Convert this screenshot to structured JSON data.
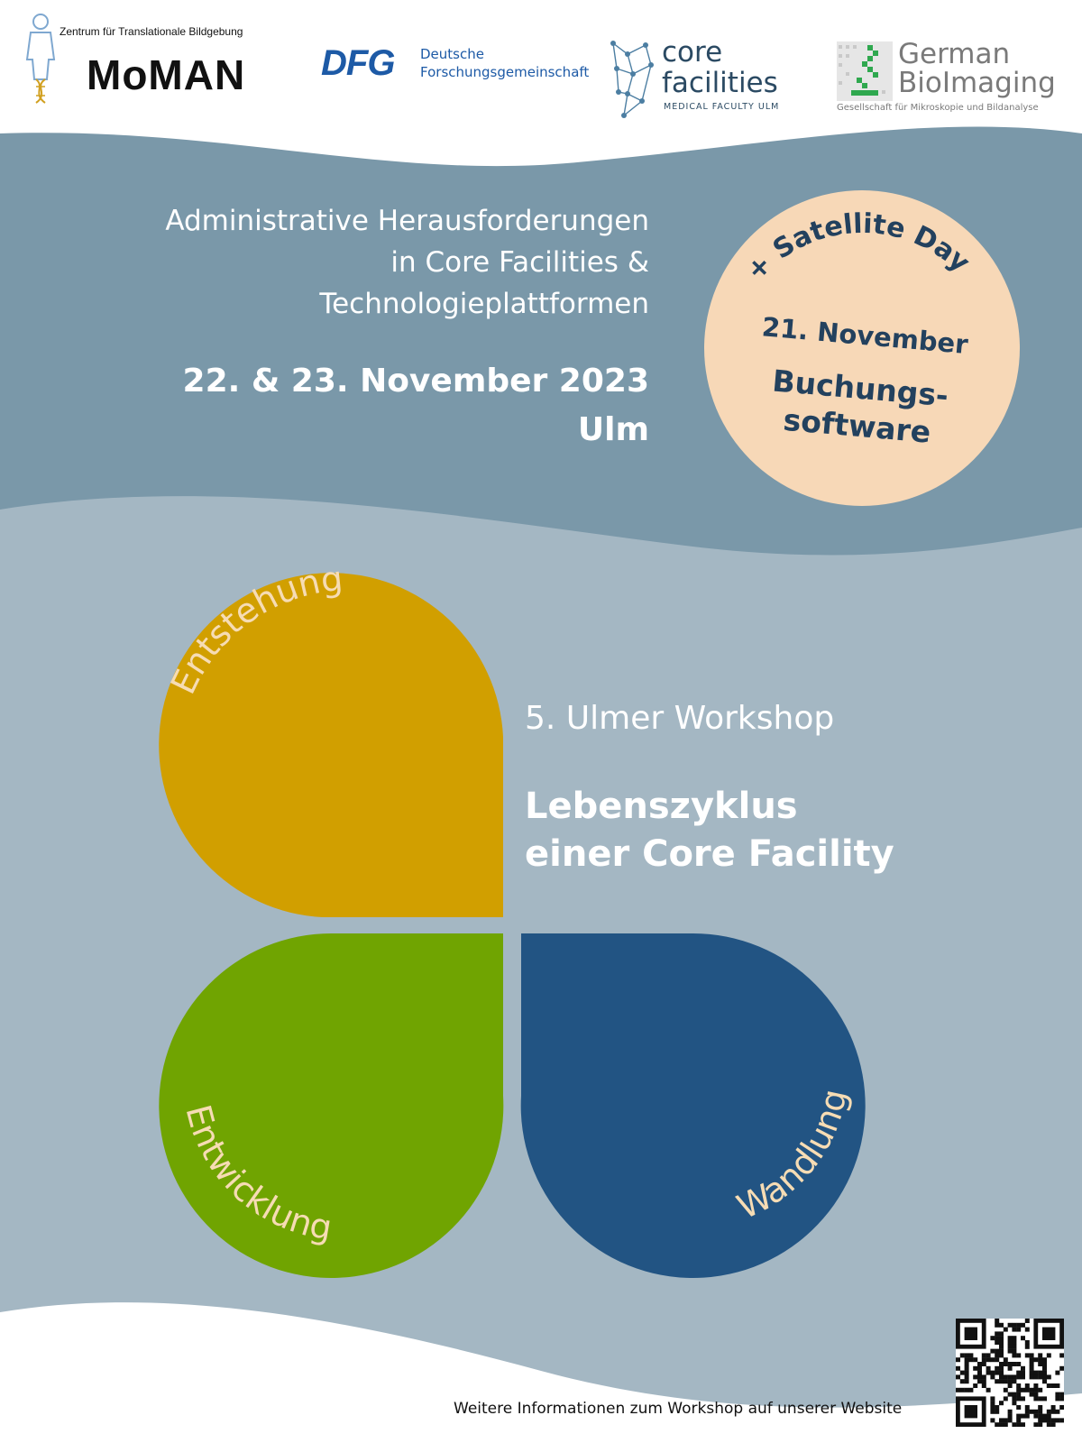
{
  "logos": {
    "zentrum": "Zentrum für Translationale Bildgebung",
    "moman": "MoMAN",
    "dfg_mark": "DFG",
    "dfg_line1": "Deutsche",
    "dfg_line2": "Forschungsgemeinschaft",
    "core_line1": "core",
    "core_line2": "facilities",
    "core_sub": "MEDICAL FACULTY ULM",
    "gbi_line1": "German",
    "gbi_line2": "BioImaging",
    "gbi_sub": "Gesellschaft für Mikroskopie und Bildanalyse"
  },
  "header": {
    "subtitle_line1": "Administrative Herausforderungen",
    "subtitle_line2": "in Core Facilities &",
    "subtitle_line3": "Technologieplattformen",
    "date": "22. & 23. November 2023",
    "city": "Ulm"
  },
  "satellite": {
    "arc_text": "+ Satellite Day",
    "date": "21. November",
    "topic_line1": "Buchungs-",
    "topic_line2": "software"
  },
  "workshop": {
    "number": "5. Ulmer Workshop",
    "title_line1": "Lebenszyklus",
    "title_line2": "einer Core Facility"
  },
  "phases": {
    "entstehung": "Entstehung",
    "entwicklung": "Entwicklung",
    "wandlung": "Wandlung"
  },
  "footer": {
    "text": "Weitere Informationen zum Workshop auf unserer Website"
  },
  "colors": {
    "band_dark": "#7a98a9",
    "band_light": "#a4b7c3",
    "satellite_circle": "#f7d8b7",
    "satellite_text": "#23415e",
    "entstehung": "#d19f00",
    "entwicklung": "#70a401",
    "wandlung": "#225483",
    "petal_text": "#f6dcb4"
  }
}
